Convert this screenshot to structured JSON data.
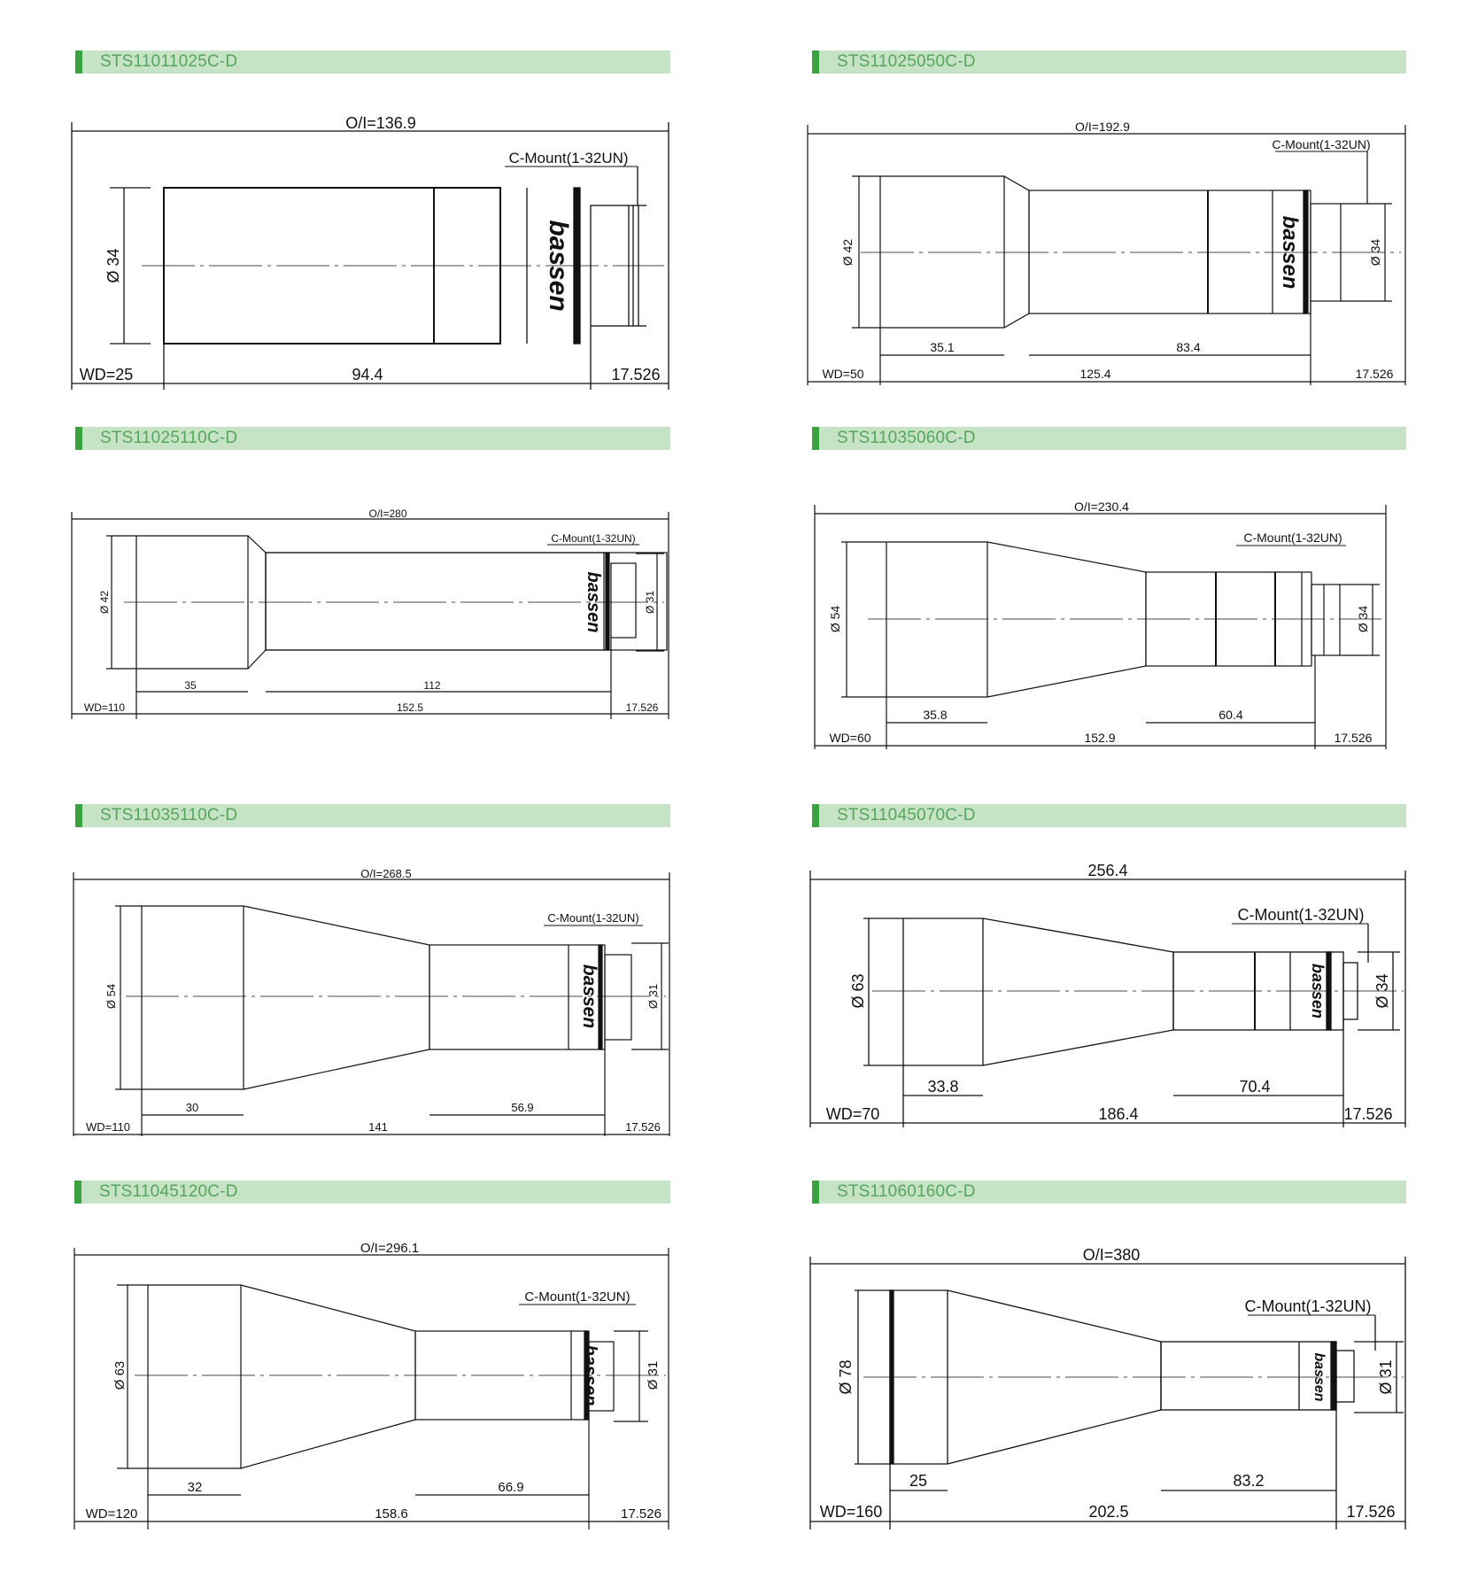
{
  "colors": {
    "header_bg": "#c7e3c6",
    "header_bar": "#3aa241",
    "header_text": "#55a65c",
    "line": "#111111"
  },
  "logo_text": "bassen",
  "drawings": [
    {
      "model": "STS11011025C-D",
      "oi": "O/I=136.9",
      "mount": "C-Mount(1-32UN)",
      "front_dia": "Ø 34",
      "back_dia": "",
      "wd": "WD=25",
      "body": "94.4",
      "flange": "17.526",
      "front_len": "",
      "rear_len": ""
    },
    {
      "model": "STS11025050C-D",
      "oi": "O/I=192.9",
      "mount": "C-Mount(1-32UN)",
      "front_dia": "Ø 42",
      "back_dia": "Ø 34",
      "wd": "WD=50",
      "body": "125.4",
      "flange": "17.526",
      "front_len": "35.1",
      "rear_len": "83.4"
    },
    {
      "model": "STS11025110C-D",
      "oi": "O/I=280",
      "mount": "C-Mount(1-32UN)",
      "front_dia": "Ø 42",
      "back_dia": "Ø 31",
      "wd": "WD=110",
      "body": "152.5",
      "flange": "17.526",
      "front_len": "35",
      "rear_len": "112"
    },
    {
      "model": "STS11035060C-D",
      "oi": "O/I=230.4",
      "mount": "C-Mount(1-32UN)",
      "front_dia": "Ø 54",
      "back_dia": "Ø 34",
      "wd": "WD=60",
      "body": "152.9",
      "flange": "17.526",
      "front_len": "35.8",
      "rear_len": "60.4"
    },
    {
      "model": "STS11035110C-D",
      "oi": "O/I=268.5",
      "mount": "C-Mount(1-32UN)",
      "front_dia": "Ø 54",
      "back_dia": "Ø 31",
      "wd": "WD=110",
      "body": "141",
      "flange": "17.526",
      "front_len": "30",
      "rear_len": "56.9"
    },
    {
      "model": "STS11045070C-D",
      "oi": "256.4",
      "mount": "C-Mount(1-32UN)",
      "front_dia": "Ø 63",
      "back_dia": "Ø 34",
      "wd": "WD=70",
      "body": "186.4",
      "flange": "17.526",
      "front_len": "33.8",
      "rear_len": "70.4"
    },
    {
      "model": "STS11045120C-D",
      "oi": "O/I=296.1",
      "mount": "C-Mount(1-32UN)",
      "front_dia": "Ø 63",
      "back_dia": "Ø 31",
      "wd": "WD=120",
      "body": "158.6",
      "flange": "17.526",
      "front_len": "32",
      "rear_len": "66.9"
    },
    {
      "model": "STS11060160C-D",
      "oi": "O/I=380",
      "mount": "C-Mount(1-32UN)",
      "front_dia": "Ø 78",
      "back_dia": "Ø 31",
      "wd": "WD=160",
      "body": "202.5",
      "flange": "17.526",
      "front_len": "25",
      "rear_len": "83.2"
    }
  ]
}
